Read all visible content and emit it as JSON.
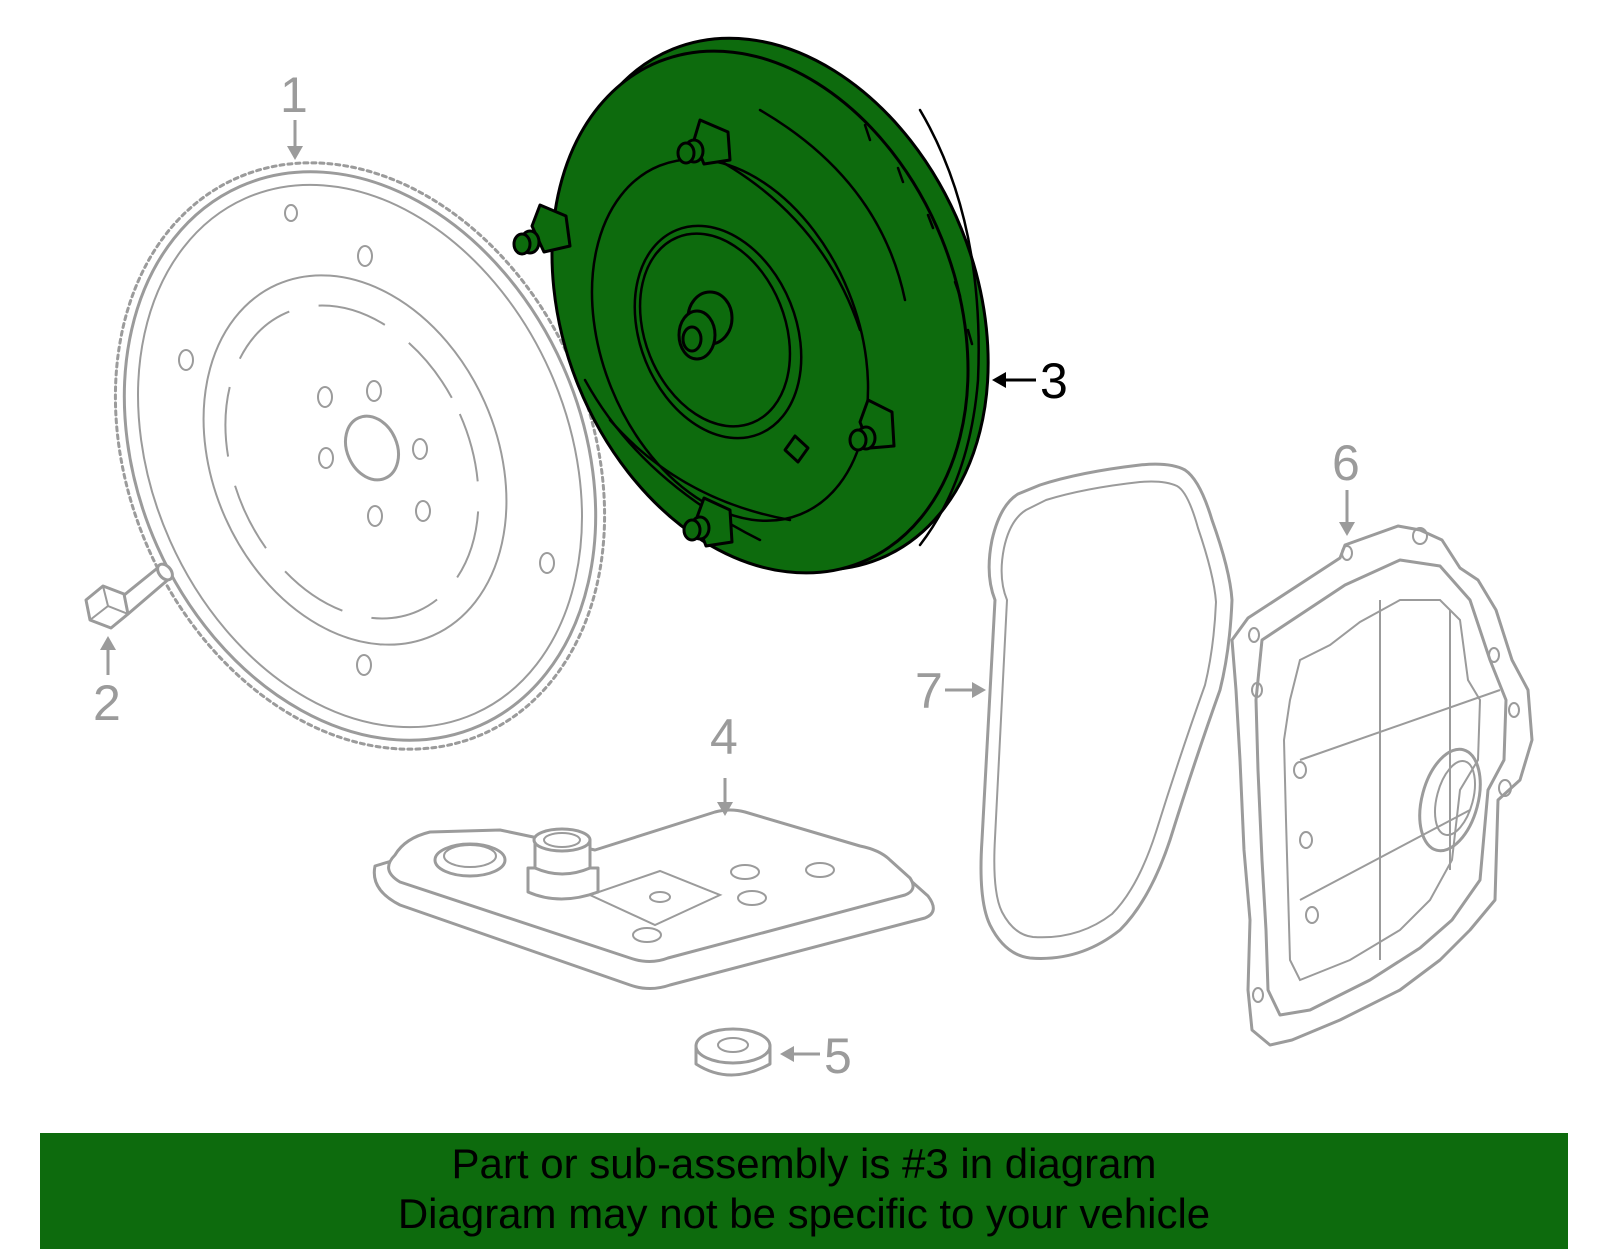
{
  "colors": {
    "highlight": "#0d6b0d",
    "part_stroke": "#9b9b9b",
    "selected_stroke": "#000000",
    "banner_bg": "#0d6b0d"
  },
  "callouts": [
    {
      "num": "1",
      "part": "flexplate"
    },
    {
      "num": "2",
      "part": "bolt"
    },
    {
      "num": "3",
      "part": "torque-converter",
      "selected": true
    },
    {
      "num": "4",
      "part": "filter"
    },
    {
      "num": "5",
      "part": "seal"
    },
    {
      "num": "6",
      "part": "oil-pan"
    },
    {
      "num": "7",
      "part": "gasket"
    }
  ],
  "banner": {
    "line1": "Part or sub-assembly is #3 in diagram",
    "line2": "Diagram may not be specific to your vehicle"
  }
}
